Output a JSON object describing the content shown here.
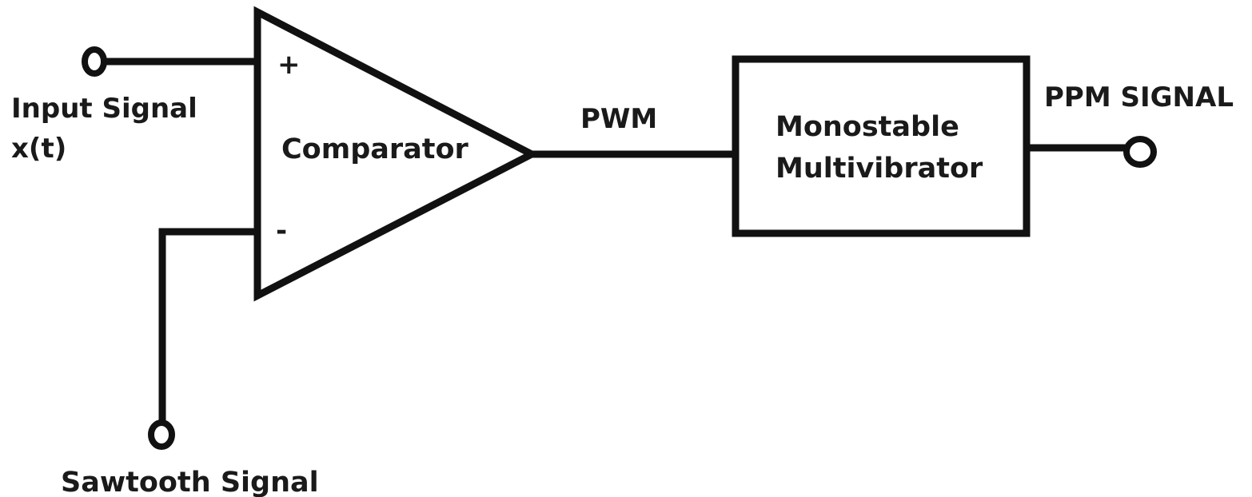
{
  "diagram": {
    "input_label_line1": "Input Signal",
    "input_label_line2": "x(t)",
    "plus_sign": "+",
    "minus_sign": "-",
    "comparator_label": "Comparator",
    "pwm_label": "PWM",
    "block_line1": "Monostable",
    "block_line2": "Multivibrator",
    "output_label": "PPM SIGNAL",
    "sawtooth_label": "Sawtooth Signal"
  }
}
